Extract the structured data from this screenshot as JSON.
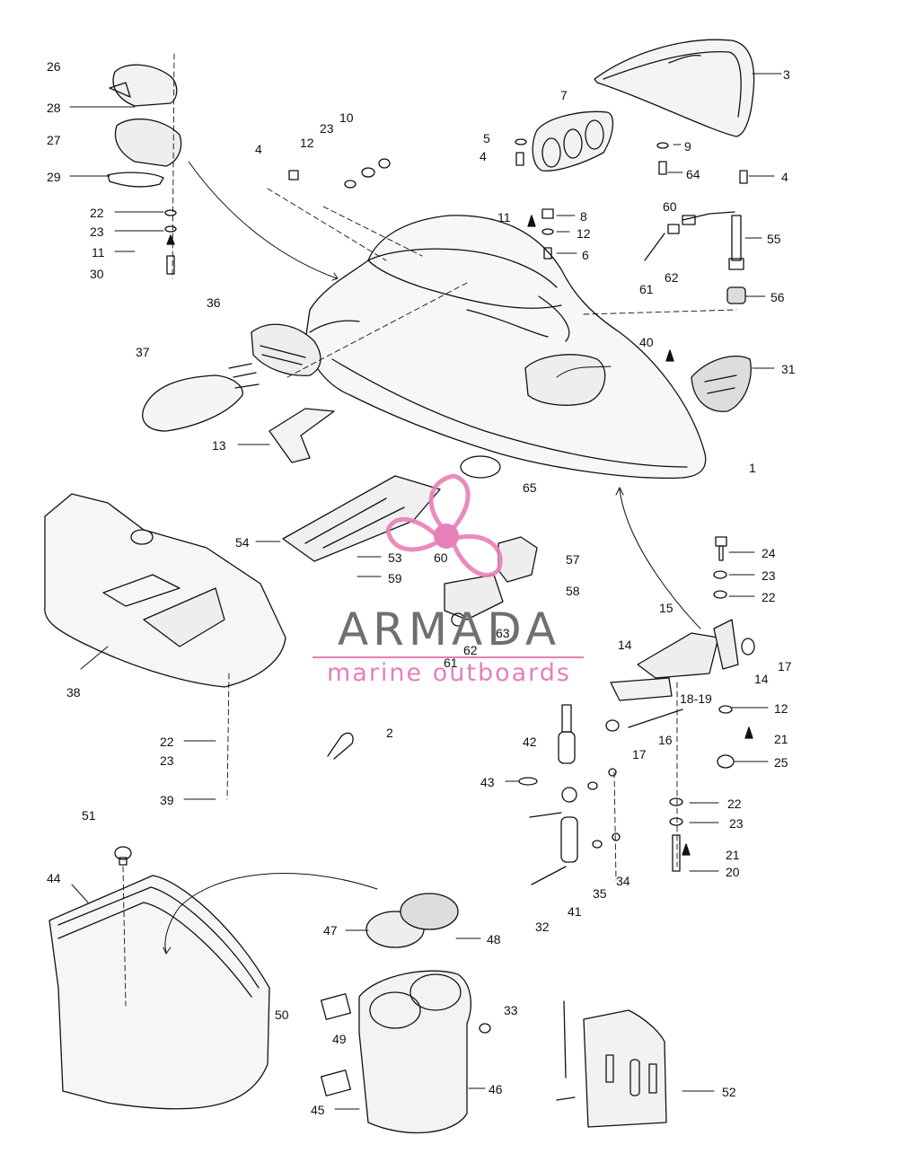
{
  "colors": {
    "line": "#111111",
    "watermark_gray": "#6f6f6f",
    "watermark_pink": "#e77fb8"
  },
  "watermark": {
    "brand": "ARMADA",
    "tagline": "marine outboards",
    "logo": "propeller-logo"
  },
  "callouts": [
    {
      "id": "c26",
      "text": "26"
    },
    {
      "id": "c28",
      "text": "28"
    },
    {
      "id": "c27",
      "text": "27"
    },
    {
      "id": "c29",
      "text": "29"
    },
    {
      "id": "c22a",
      "text": "22"
    },
    {
      "id": "c23a",
      "text": "23"
    },
    {
      "id": "c11a",
      "text": "11"
    },
    {
      "id": "c30",
      "text": "30"
    },
    {
      "id": "c4a",
      "text": "4"
    },
    {
      "id": "c12a",
      "text": "12"
    },
    {
      "id": "c23b",
      "text": "23"
    },
    {
      "id": "c10",
      "text": "10"
    },
    {
      "id": "c7",
      "text": "7"
    },
    {
      "id": "c5",
      "text": "5"
    },
    {
      "id": "c4b",
      "text": "4"
    },
    {
      "id": "c3",
      "text": "3"
    },
    {
      "id": "c9",
      "text": "9"
    },
    {
      "id": "c64",
      "text": "64"
    },
    {
      "id": "c4c",
      "text": "4"
    },
    {
      "id": "c11b",
      "text": "11"
    },
    {
      "id": "c8",
      "text": "8"
    },
    {
      "id": "c12b",
      "text": "12"
    },
    {
      "id": "c6",
      "text": "6"
    },
    {
      "id": "c60a",
      "text": "60"
    },
    {
      "id": "c55",
      "text": "55"
    },
    {
      "id": "c61a",
      "text": "61"
    },
    {
      "id": "c62a",
      "text": "62"
    },
    {
      "id": "c56",
      "text": "56"
    },
    {
      "id": "c36",
      "text": "36"
    },
    {
      "id": "c37",
      "text": "37"
    },
    {
      "id": "c40",
      "text": "40"
    },
    {
      "id": "c31",
      "text": "31"
    },
    {
      "id": "c13",
      "text": "13"
    },
    {
      "id": "c1",
      "text": "1"
    },
    {
      "id": "c65",
      "text": "65"
    },
    {
      "id": "c54",
      "text": "54"
    },
    {
      "id": "c53",
      "text": "53"
    },
    {
      "id": "c59",
      "text": "59"
    },
    {
      "id": "c60b",
      "text": "60"
    },
    {
      "id": "c57",
      "text": "57"
    },
    {
      "id": "c58",
      "text": "58"
    },
    {
      "id": "c24",
      "text": "24"
    },
    {
      "id": "c23c",
      "text": "23"
    },
    {
      "id": "c22b",
      "text": "22"
    },
    {
      "id": "c15",
      "text": "15"
    },
    {
      "id": "c14a",
      "text": "14"
    },
    {
      "id": "c17a",
      "text": "17"
    },
    {
      "id": "c14b",
      "text": "14"
    },
    {
      "id": "c63",
      "text": "63"
    },
    {
      "id": "c62b",
      "text": "62"
    },
    {
      "id": "c61b",
      "text": "61"
    },
    {
      "id": "c38",
      "text": "38"
    },
    {
      "id": "c1819",
      "text": "18-19"
    },
    {
      "id": "c12c",
      "text": "12"
    },
    {
      "id": "c16",
      "text": "16"
    },
    {
      "id": "c42",
      "text": "42"
    },
    {
      "id": "c17b",
      "text": "17"
    },
    {
      "id": "c21a",
      "text": "21"
    },
    {
      "id": "c25",
      "text": "25"
    },
    {
      "id": "c2",
      "text": "2"
    },
    {
      "id": "c22c",
      "text": "22"
    },
    {
      "id": "c23d",
      "text": "23"
    },
    {
      "id": "c39",
      "text": "39"
    },
    {
      "id": "c43",
      "text": "43"
    },
    {
      "id": "c22d",
      "text": "22"
    },
    {
      "id": "c23e",
      "text": "23"
    },
    {
      "id": "c51",
      "text": "51"
    },
    {
      "id": "c21b",
      "text": "21"
    },
    {
      "id": "c20",
      "text": "20"
    },
    {
      "id": "c44",
      "text": "44"
    },
    {
      "id": "c34",
      "text": "34"
    },
    {
      "id": "c35",
      "text": "35"
    },
    {
      "id": "c41",
      "text": "41"
    },
    {
      "id": "c32",
      "text": "32"
    },
    {
      "id": "c47",
      "text": "47"
    },
    {
      "id": "c48",
      "text": "48"
    },
    {
      "id": "c50",
      "text": "50"
    },
    {
      "id": "c33",
      "text": "33"
    },
    {
      "id": "c49",
      "text": "49"
    },
    {
      "id": "c46",
      "text": "46"
    },
    {
      "id": "c52",
      "text": "52"
    },
    {
      "id": "c45",
      "text": "45"
    }
  ]
}
